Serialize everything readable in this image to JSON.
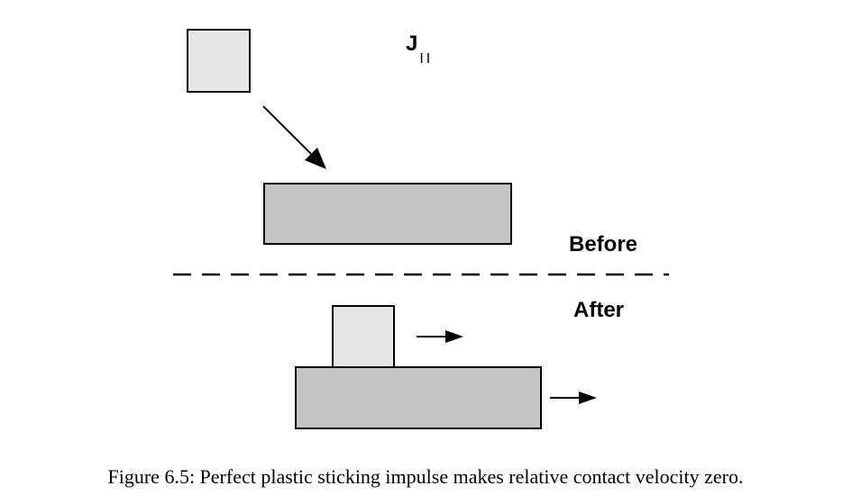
{
  "diagram": {
    "impulse_symbol": "J",
    "impulse_subscript": "II",
    "before_label": "Before",
    "after_label": "After",
    "caption": "Figure 6.5: Perfect plastic sticking impulse makes relative contact velocity zero.",
    "colors": {
      "small_block_fill": "#e6e6e6",
      "large_block_fill": "#c4c4c4",
      "stroke": "#000000"
    }
  }
}
